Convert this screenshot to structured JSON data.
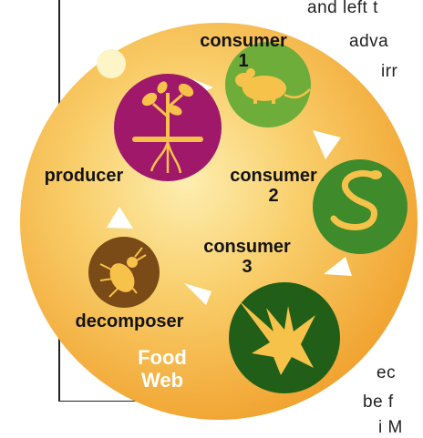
{
  "background_text": {
    "line1": "and left t",
    "line2": "adva",
    "line3": "irr",
    "line4": "ec",
    "line5": "be f",
    "line6": "i   M"
  },
  "diagram": {
    "title_line1": "Food",
    "title_line2": "Web",
    "nodes": [
      {
        "id": "producer",
        "label": "producer",
        "icon": "plant-icon",
        "color": "#a0186a"
      },
      {
        "id": "consumer-1",
        "label_line1": "consumer",
        "label_line2": "1",
        "icon": "mouse-icon",
        "color": "#6fad3a"
      },
      {
        "id": "consumer-2",
        "label_line1": "consumer",
        "label_line2": "2",
        "icon": "snake-icon",
        "color": "#3f8a2b"
      },
      {
        "id": "consumer-3",
        "label_line1": "consumer",
        "label_line2": "3",
        "icon": "eagle-icon",
        "color": "#215e17"
      },
      {
        "id": "decomposer",
        "label": "decomposer",
        "icon": "beetle-icon",
        "color": "#7a4a17"
      }
    ],
    "colors": {
      "disc_center": "#fde9a0",
      "disc_edge": "#f0a12e",
      "arrow": "#ffffff",
      "icon_fill": "#f7c24a"
    }
  }
}
